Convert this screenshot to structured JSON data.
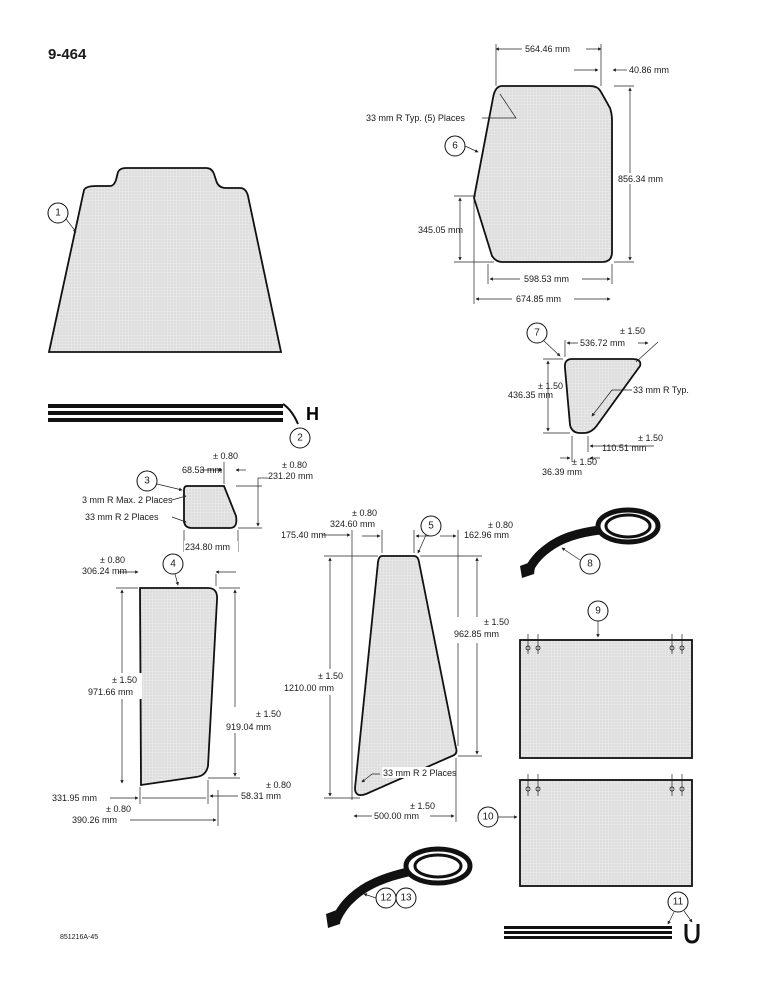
{
  "page": {
    "title": "9-464",
    "footer_code": "851216A-45"
  },
  "callouts": [
    "1",
    "2",
    "3",
    "4",
    "5",
    "6",
    "7",
    "8",
    "9",
    "10",
    "11",
    "12",
    "13"
  ],
  "dimensions": {
    "p6_top": "564.46 mm",
    "p6_corner": "40.86 mm",
    "p6_radius": "33 mm R Typ. (5) Places",
    "p6_height": "856.34 mm",
    "p6_left": "345.05 mm",
    "p6_bottom1": "598.53 mm",
    "p6_bottom2": "674.85 mm",
    "p7_tol_top": "± 1.50",
    "p7_top": "536.72 mm",
    "p7_tol_left": "± 1.50",
    "p7_left": "436.35 mm",
    "p7_radius": "33 mm R Typ.",
    "p7_tol_br": "± 1.50",
    "p7_bottom": "110.51 mm",
    "p7_tol_bl": "± 1.50",
    "p7_bottom_left": "36.39 mm",
    "p3_tol_top": "± 0.80",
    "p3_top": "68.53 mm",
    "p3_tol_right": "± 0.80",
    "p3_right": "231.20 mm",
    "p3_radius1": "3 mm R Max. 2 Places",
    "p3_radius2": "33 mm R 2 Places",
    "p3_bottom": "234.80 mm",
    "p4_tol_top": "± 0.80",
    "p4_top": "306.24 mm",
    "p4_tol_left": "± 1.50",
    "p4_left": "971.66 mm",
    "p4_tol_right": "± 1.50",
    "p4_right": "919.04 mm",
    "p4_bottom1": "331.95 mm",
    "p4_tol_br": "± 0.80",
    "p4_br": "58.31 mm",
    "p4_tol_bottom2": "± 0.80",
    "p4_bottom2": "390.26 mm",
    "p5_tol_top": "± 0.80",
    "p5_top1": "324.60 mm",
    "p5_top2": "175.40 mm",
    "p5_tol_tr": "± 0.80",
    "p5_tr": "162.96 mm",
    "p5_tol_right": "± 1.50",
    "p5_right": "962.85 mm",
    "p5_tol_left": "± 1.50",
    "p5_left": "1210.00 mm",
    "p5_radius": "33 mm R 2 Places",
    "p5_tol_bottom": "± 1.50",
    "p5_bottom": "500.00 mm"
  }
}
